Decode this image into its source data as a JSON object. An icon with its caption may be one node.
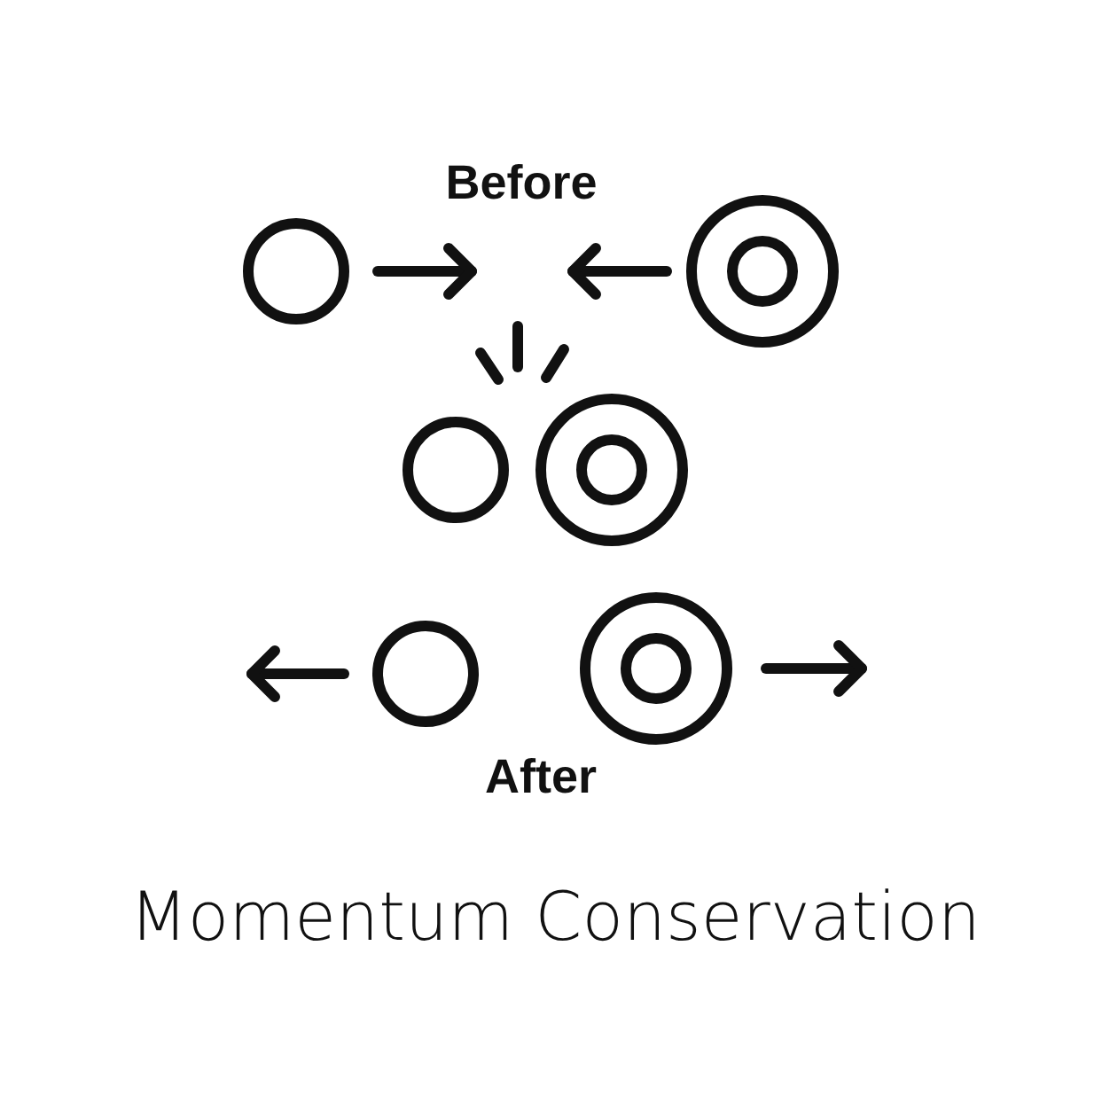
{
  "diagram": {
    "caption": "Momentum Conservation",
    "labels": [
      "Before",
      "After"
    ]
  }
}
